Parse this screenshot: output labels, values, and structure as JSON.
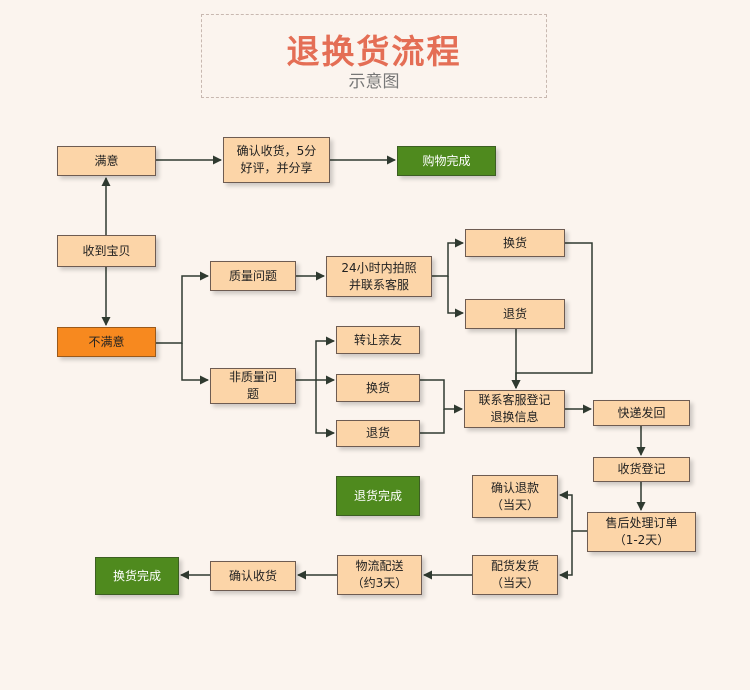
{
  "title": "退换货流程",
  "subtitle": "示意图",
  "nodes": {
    "satisfied": "满意",
    "confirm_receipt_review": "确认收货，5分\n好评，并分享",
    "purchase_complete": "购物完成",
    "receive_item": "收到宝贝",
    "quality_issue": "质量问题",
    "photo_contact": "24小时内拍照\n并联系客服",
    "exchange_1": "换货",
    "return_1": "退货",
    "unsatisfied": "不满意",
    "transfer_friend": "转让亲友",
    "non_quality_issue": "非质量问\n题",
    "exchange_2": "换货",
    "return_2": "退货",
    "register_info": "联系客服登记\n退换信息",
    "express_back": "快递发回",
    "receipt_register": "收货登记",
    "return_complete": "退货完成",
    "confirm_refund": "确认退款\n（当天）",
    "after_sales_order": "售后处理订单\n（1-2天）",
    "ship_same_day": "配货发货\n（当天）",
    "logistics": "物流配送\n（约3天）",
    "confirm_receipt": "确认收货",
    "exchange_complete": "换货完成"
  },
  "colors": {
    "node_fill": "#fcd5a8",
    "green": "#4f8a1e",
    "orange": "#f7891f",
    "title": "#e46e55",
    "line": "#2f3a30"
  }
}
